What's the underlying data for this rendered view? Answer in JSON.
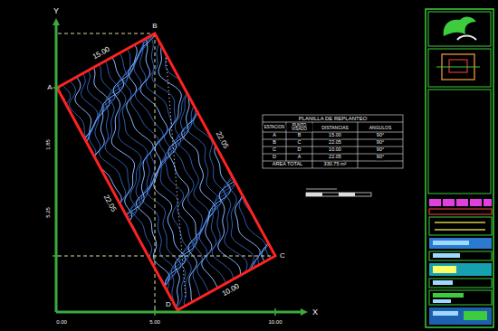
{
  "diagram": {
    "labels": [
      "Y",
      "X",
      "A",
      "B",
      "C",
      "D",
      "15.00",
      "22.05",
      "22.05",
      "10.00",
      "1.85",
      "5.25",
      "0.00",
      "5.00",
      "10.00",
      "PLANILLA DE REPLANTEO",
      "ESTACION",
      "PUNTO VISADO",
      "DISTANCIAS",
      "ANGULOS",
      "A",
      "B",
      "15.00",
      "90°",
      "B",
      "C",
      "22.05",
      "90°",
      "C",
      "D",
      "10.00",
      "90°",
      "D",
      "A",
      "22.05",
      "90°",
      "AREA TOTAL",
      "330.75 m²"
    ]
  }
}
